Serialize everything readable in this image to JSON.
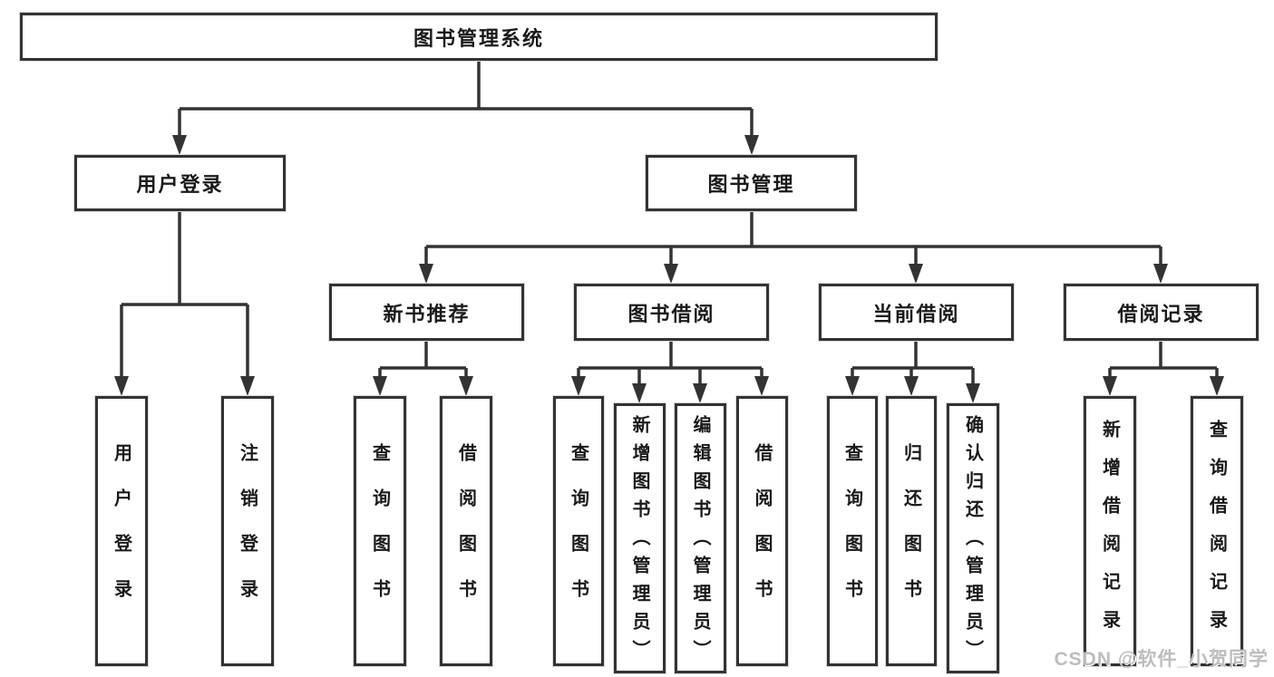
{
  "diagram": {
    "root": {
      "label": "图书管理系统"
    },
    "level2": [
      {
        "label": "用户登录"
      },
      {
        "label": "图书管理"
      }
    ],
    "level3": [
      {
        "label": "新书推荐",
        "parent": "图书管理"
      },
      {
        "label": "图书借阅",
        "parent": "图书管理"
      },
      {
        "label": "当前借阅",
        "parent": "图书管理"
      },
      {
        "label": "借阅记录",
        "parent": "图书管理"
      }
    ],
    "leaves": [
      {
        "label": "用户登录",
        "parent": "用户登录"
      },
      {
        "label": "注销登录",
        "parent": "用户登录"
      },
      {
        "label": "查询图书",
        "parent": "新书推荐"
      },
      {
        "label": "借阅图书",
        "parent": "新书推荐"
      },
      {
        "label": "查询图书",
        "parent": "图书借阅"
      },
      {
        "label": "新增图书（管理员）",
        "parent": "图书借阅"
      },
      {
        "label": "编辑图书（管理员）",
        "parent": "图书借阅"
      },
      {
        "label": "借阅图书",
        "parent": "图书借阅"
      },
      {
        "label": "查询图书",
        "parent": "当前借阅"
      },
      {
        "label": "归还图书",
        "parent": "当前借阅"
      },
      {
        "label": "确认归还（管理员）",
        "parent": "当前借阅"
      },
      {
        "label": "新增借阅记录",
        "parent": "借阅记录"
      },
      {
        "label": "查询借阅记录",
        "parent": "借阅记录"
      }
    ],
    "watermark": "CSDN @软件_小贺同学",
    "colors": {
      "line": "#333333",
      "text": "#1a1a1a",
      "background": "#ffffff",
      "watermark": "#bdbdbd"
    }
  }
}
